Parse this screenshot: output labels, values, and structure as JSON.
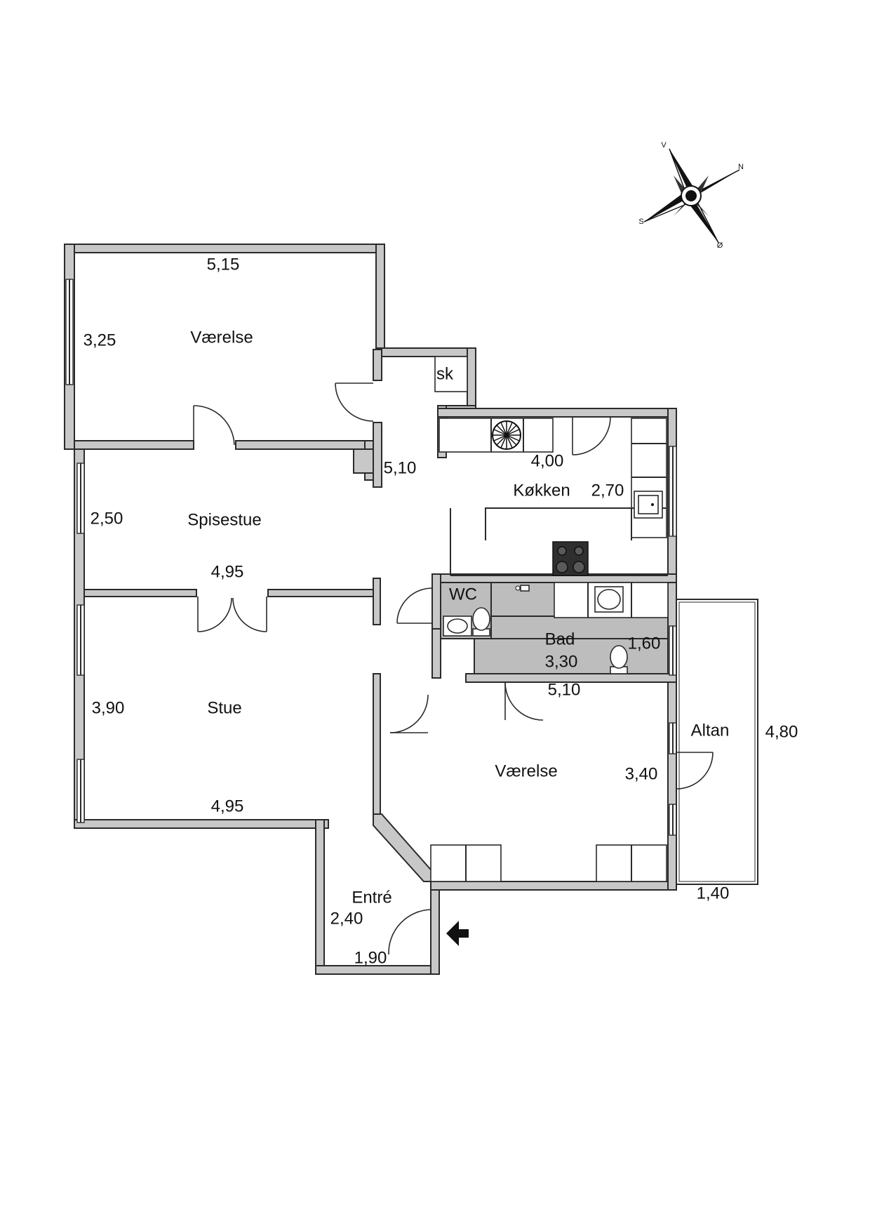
{
  "rooms": {
    "room_top": {
      "name": "Værelse",
      "width": "5,15",
      "depth": "3,25"
    },
    "corridor": {
      "length": "5,10"
    },
    "closet": {
      "name": "sk"
    },
    "kitchen": {
      "name": "Køkken",
      "width": "4,00",
      "depth": "2,70"
    },
    "dining": {
      "name": "Spisestue",
      "width": "4,95",
      "depth": "2,50"
    },
    "wc": {
      "name": "WC"
    },
    "bath": {
      "name": "Bad",
      "width": "3,30",
      "depth": "1,60"
    },
    "living": {
      "name": "Stue",
      "width": "4,95",
      "depth": "3,90"
    },
    "room_right": {
      "name": "Værelse",
      "width": "5,10",
      "depth": "3,40"
    },
    "balcony": {
      "name": "Altan",
      "length": "4,80",
      "depth": "1,40"
    },
    "entry": {
      "name": "Entré",
      "depth": "2,40",
      "width": "1,90"
    }
  },
  "compass": {
    "north": "N",
    "south": "S",
    "east": "Ø",
    "west": "V"
  },
  "colors": {
    "wall": "#c8c8c8",
    "wet_room": "#bdbdbd",
    "line": "#2a2a2a"
  }
}
